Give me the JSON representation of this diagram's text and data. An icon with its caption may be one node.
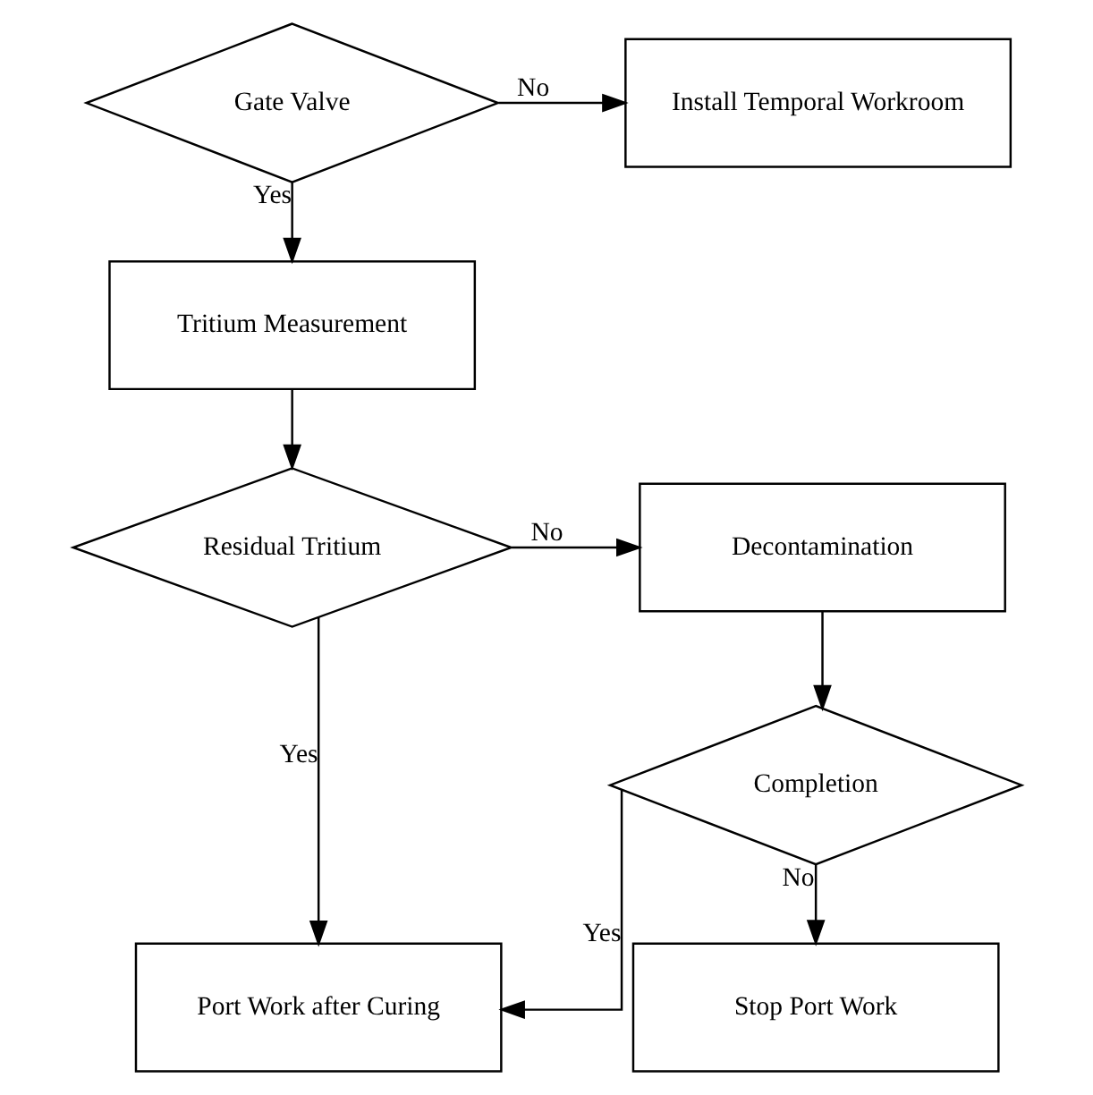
{
  "diagram": {
    "nodes": [
      {
        "text": [
          "Gate Valve"
        ]
      },
      {
        "text": [
          "Install Temporal Workroom"
        ]
      },
      {
        "text": [
          "Tritium Measurement"
        ]
      },
      {
        "text": [
          "Residual Tritium"
        ]
      },
      {
        "text": [
          "Decontamination"
        ]
      },
      {
        "text": [
          "Completion"
        ]
      },
      {
        "text": [
          "Port Work after Curing"
        ]
      },
      {
        "text": [
          "Stop Port Work"
        ]
      }
    ],
    "edges": [
      {
        "from": 0,
        "to": 1,
        "arrow": "to",
        "label": "No"
      },
      {
        "from": 0,
        "to": 2,
        "arrow": "to",
        "label": "Yes"
      },
      {
        "from": 2,
        "to": 3,
        "arrow": "to"
      },
      {
        "from": 3,
        "to": 4,
        "arrow": "to",
        "label": "No"
      },
      {
        "from": 3,
        "to": 6,
        "arrow": "to",
        "label": "Yes"
      },
      {
        "from": 4,
        "to": 5,
        "arrow": "to"
      },
      {
        "from": 5,
        "to": 6,
        "arrow": "to",
        "label": "Yes"
      },
      {
        "from": 5,
        "to": 7,
        "arrow": "to",
        "label": "No"
      }
    ]
  }
}
